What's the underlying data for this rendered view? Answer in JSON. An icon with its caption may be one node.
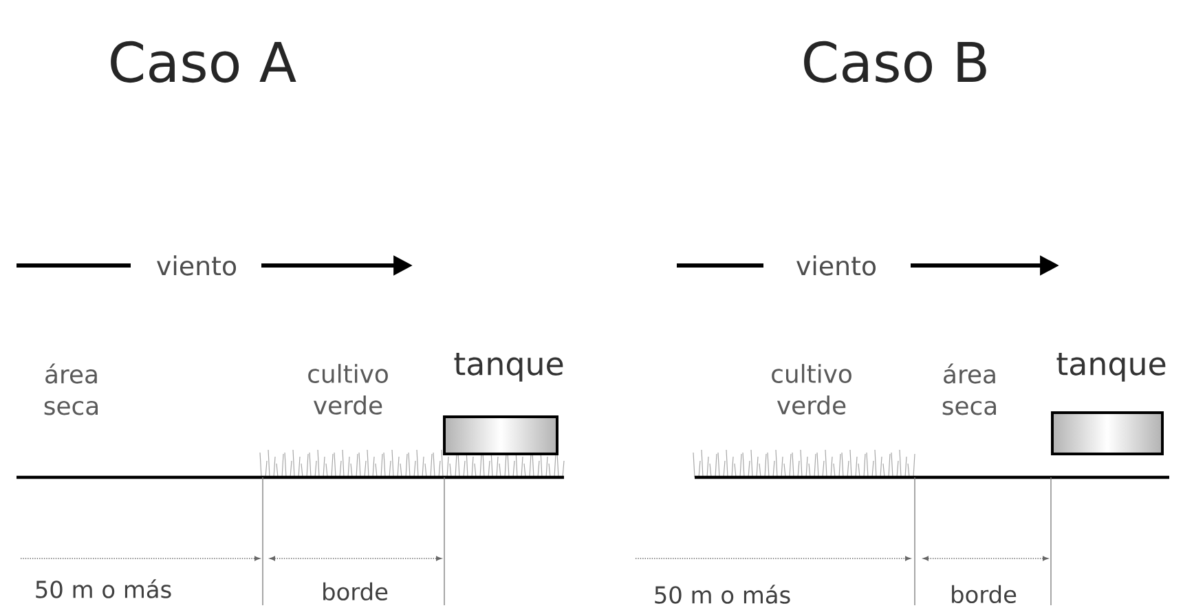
{
  "diagram": {
    "nodes": [
      {
        "text": [
          "tanque"
        ]
      },
      {
        "text": [
          "tanque"
        ]
      }
    ],
    "labels": [
      "Caso A",
      "Caso B",
      "viento",
      "viento",
      "área seca",
      "cultivo verde",
      "cultivo verde",
      "área seca",
      "50 m o más",
      "borde",
      "50 m o más",
      "borde"
    ]
  }
}
